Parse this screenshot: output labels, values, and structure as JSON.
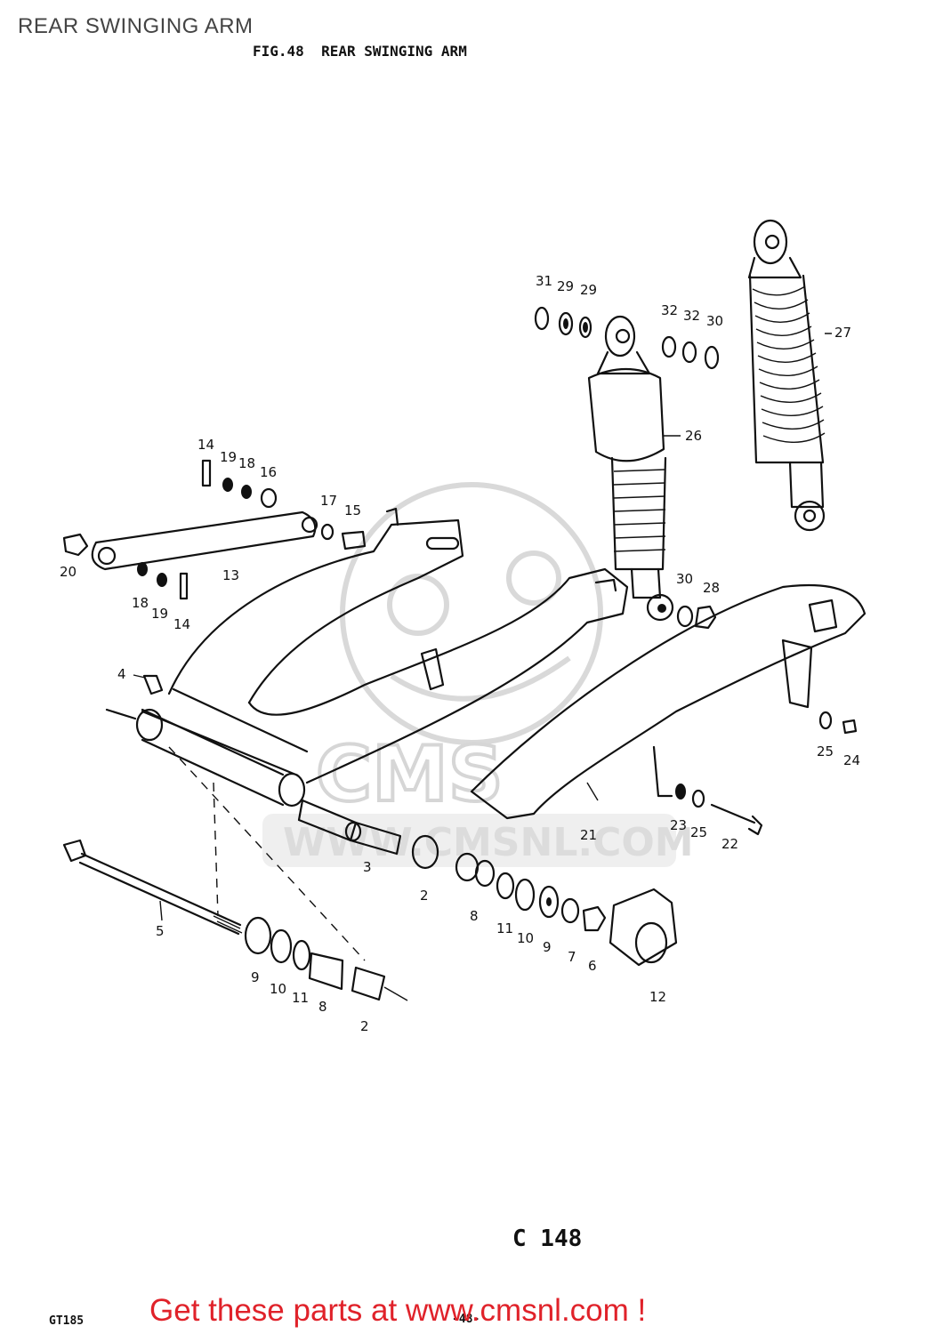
{
  "page": {
    "title": "REAR SWINGING ARM",
    "figure_title": "FIG.48  REAR SWINGING ARM",
    "page_code": "C 148",
    "model_code": "GT185",
    "page_number": "-48-",
    "cta_text": "Get these parts at www.cmsnl.com !"
  },
  "watermark": {
    "brand": "CMS",
    "url": "WWW.CMSNL.COM"
  },
  "callouts": {
    "c1": "31",
    "c2": "29",
    "c3": "29",
    "c4": "32",
    "c5": "32",
    "c6": "30",
    "c7": "27",
    "c8": "26",
    "c9": "14",
    "c10": "19",
    "c11": "18",
    "c12": "16",
    "c13": "17",
    "c14": "15",
    "c15": "20",
    "c16": "13",
    "c17": "18",
    "c18": "19",
    "c19": "14",
    "c20": "30",
    "c21": "28",
    "c22": "4",
    "c23": "25",
    "c24": "24",
    "c25": "23",
    "c26": "25",
    "c27": "22",
    "c28": "21",
    "c29": "3",
    "c30": "2",
    "c31": "8",
    "c32": "11",
    "c33": "10",
    "c34": "9",
    "c35": "7",
    "c36": "6",
    "c37": "12",
    "c38": "5",
    "c39": "9",
    "c40": "10",
    "c41": "11",
    "c42": "8",
    "c43": "2"
  },
  "colors": {
    "cta": "#e0222a",
    "ink": "#111111",
    "watermark": "#d9d9d9"
  }
}
